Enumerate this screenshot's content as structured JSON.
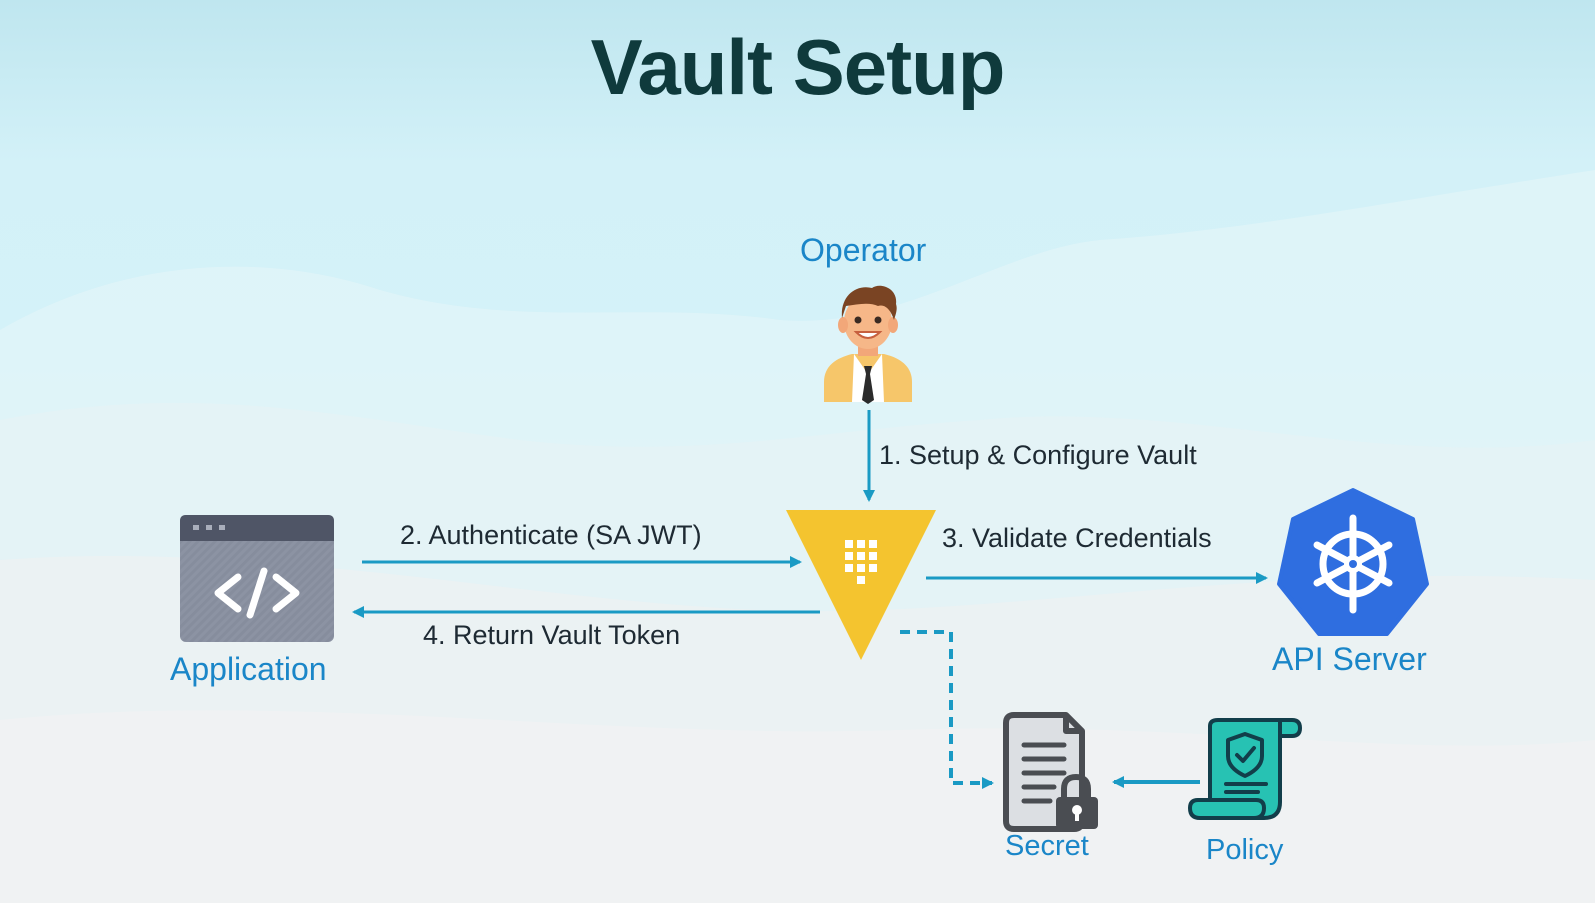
{
  "title": "Vault Setup",
  "nodes": {
    "operator": "Operator",
    "application": "Application",
    "api_server": "API Server",
    "secret": "Secret",
    "policy": "Policy"
  },
  "edges": {
    "setup": "1. Setup & Configure Vault",
    "authenticate": "2. Authenticate (SA JWT)",
    "validate": "3. Validate Credentials",
    "return_token": "4. Return Vault Token"
  },
  "colors": {
    "title": "#0f3a3c",
    "node_label": "#1a86c8",
    "arrow": "#1a9ac4",
    "vault_yellow": "#f4c42f",
    "kubernetes_blue": "#2f6ee0",
    "policy_teal": "#27c2b3"
  },
  "icons": {
    "operator": "person-icon",
    "vault": "vault-logo-icon",
    "application": "code-window-icon",
    "api_server": "kubernetes-icon",
    "secret": "locked-document-icon",
    "policy": "policy-scroll-icon"
  }
}
